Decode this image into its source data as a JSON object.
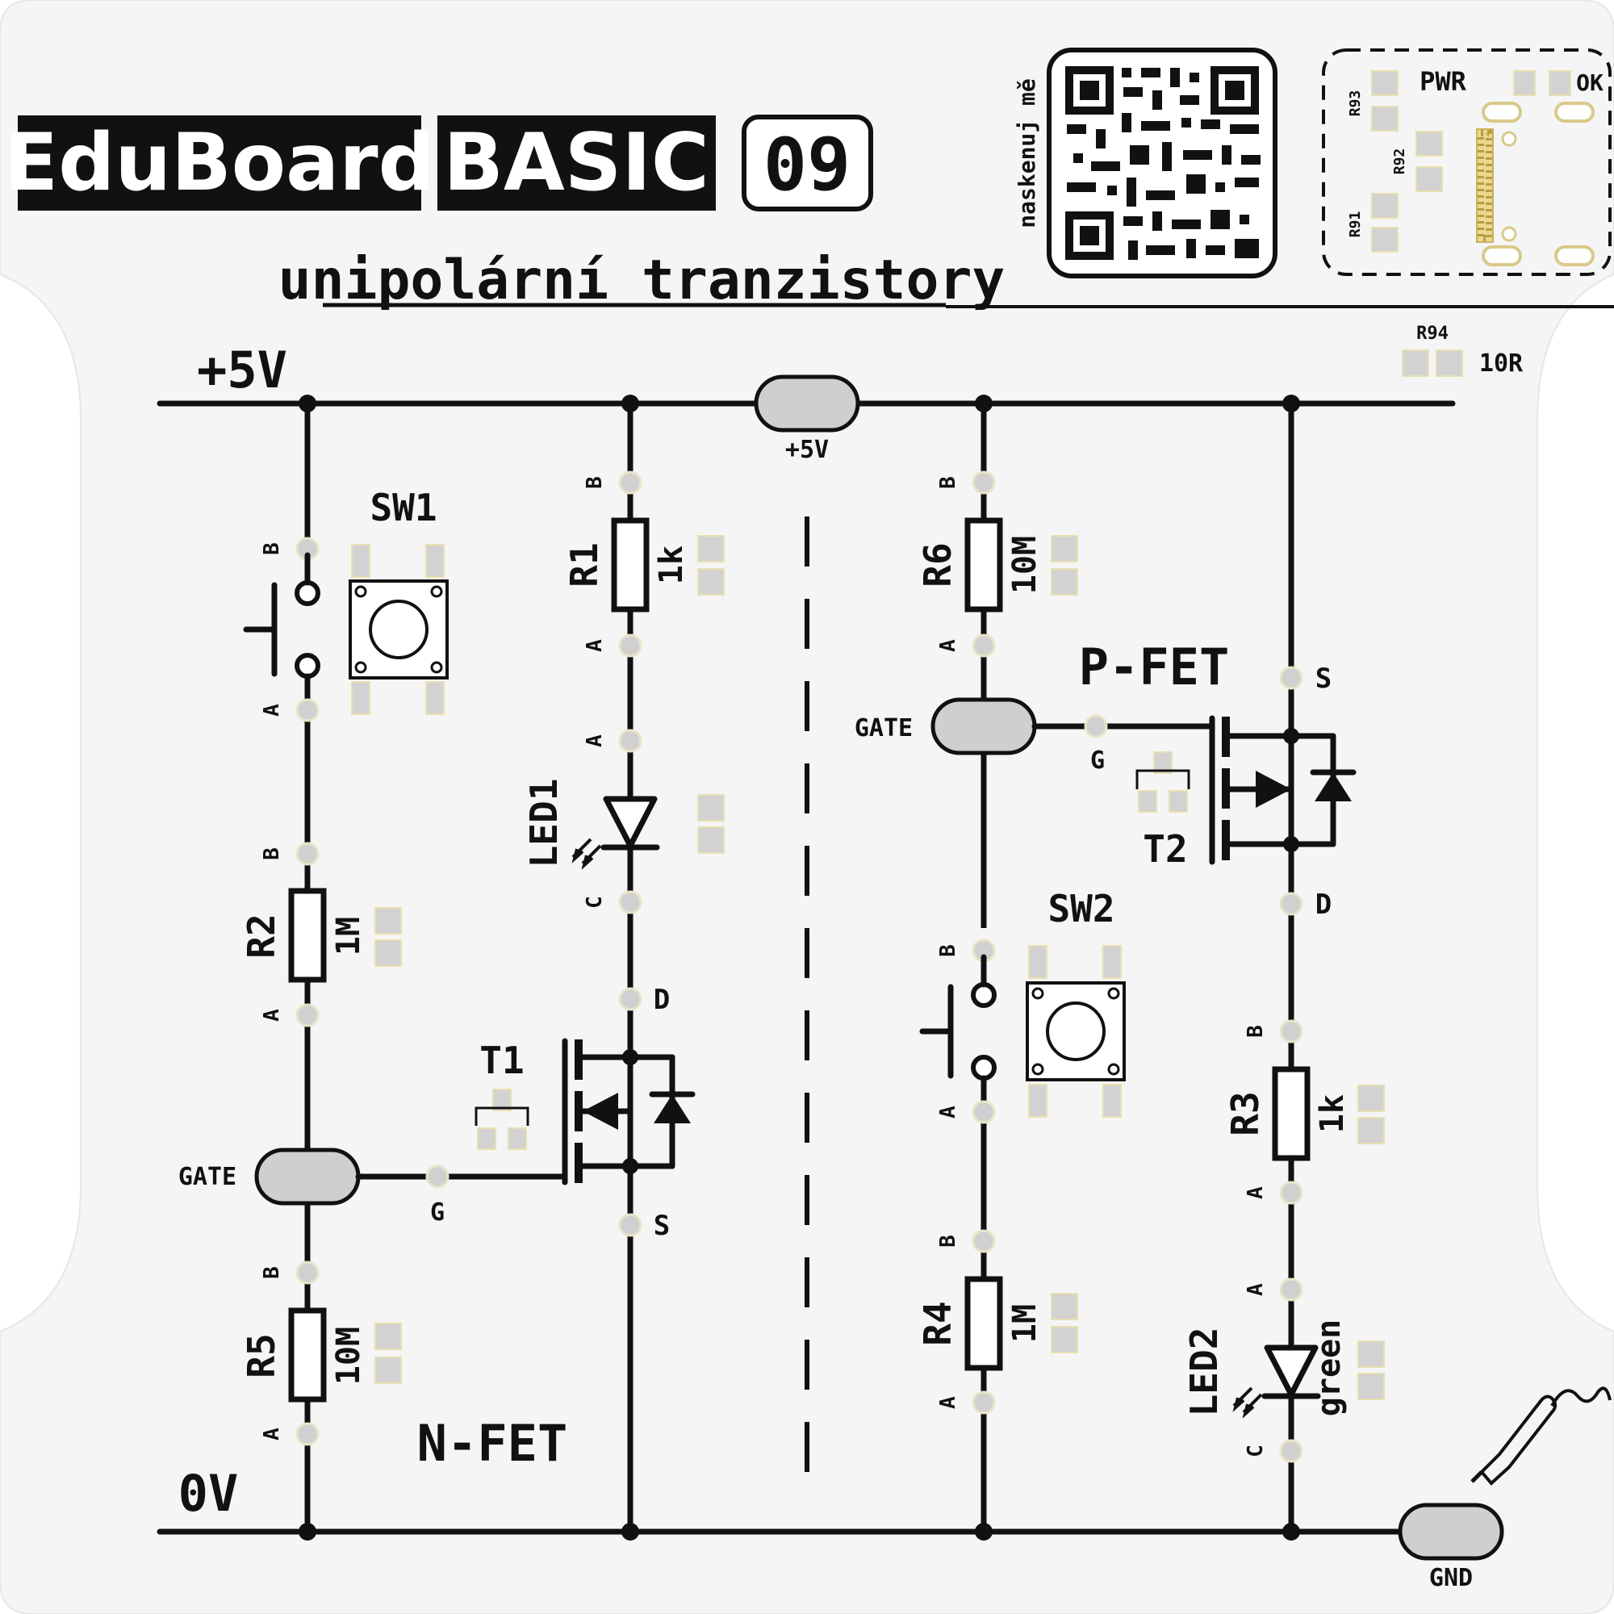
{
  "header": {
    "brand": "EduBoard",
    "series": "BASIC",
    "number": "09",
    "subtitle": "unipolární tranzistory",
    "qr_caption": "naskenuj mě"
  },
  "power_block": {
    "pwr": "PWR",
    "ok": "OK",
    "r91": "R91",
    "r92": "R92",
    "r93": "R93",
    "r94": "R94",
    "r94_value": "10R"
  },
  "rails": {
    "top": "+5V",
    "bottom": "0V",
    "jumper_top": "+5V",
    "jumper_gnd": "GND"
  },
  "left": {
    "sw1": "SW1",
    "r1": "R1",
    "r1_value": "1k",
    "r2": "R2",
    "r2_value": "1M",
    "r5": "R5",
    "r5_value": "10M",
    "led1": "LED1",
    "t1": "T1",
    "gate": "GATE",
    "type": "N-FET",
    "pin_d": "D",
    "pin_s": "S",
    "pin_g": "G",
    "pin_a": "A",
    "pin_b": "B",
    "pin_c": "C"
  },
  "right": {
    "sw2": "SW2",
    "r6": "R6",
    "r6_value": "10M",
    "r4": "R4",
    "r4_value": "1M",
    "r3": "R3",
    "r3_value": "1k",
    "led2": "LED2",
    "led2_color": "green",
    "t2": "T2",
    "gate": "GATE",
    "type": "P-FET",
    "pin_d": "D",
    "pin_s": "S",
    "pin_g": "G",
    "pin_a": "A",
    "pin_b": "B",
    "pin_c": "C"
  }
}
